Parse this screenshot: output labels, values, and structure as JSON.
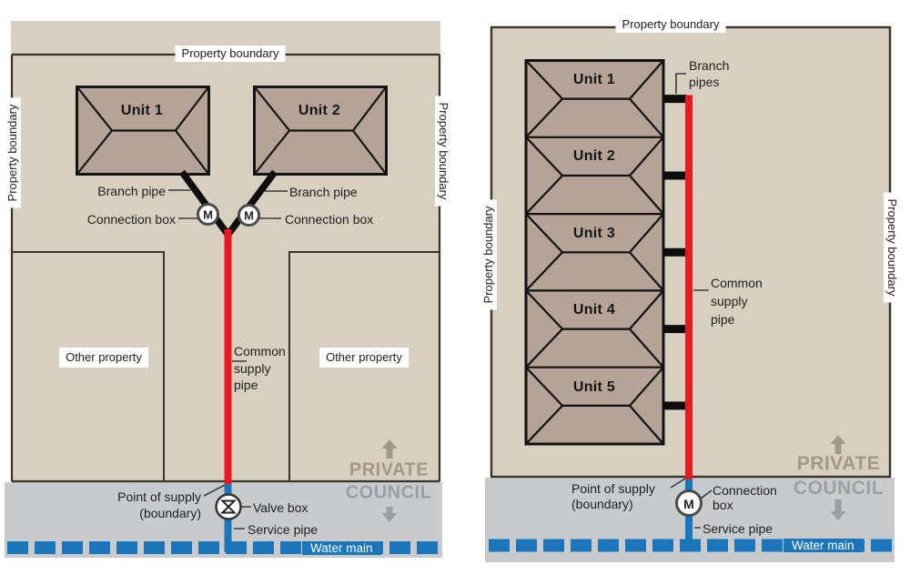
{
  "colors": {
    "beige": "#d7cfc0",
    "unit_fill": "#b4a396",
    "outline_dark": "#3a332b",
    "pipe_red": "#e8191f",
    "pipe_blue": "#1b75bb",
    "council_band_gray": "#c9cacc",
    "private_text": "#a5968a",
    "council_text": "#9b9ea2"
  },
  "left_diagram": {
    "property_boundary_top": "Property boundary",
    "property_boundary_left": "Property boundary",
    "property_boundary_right": "Property boundary",
    "units": [
      "Unit 1",
      "Unit 2"
    ],
    "branch_pipe_label_left": "Branch pipe",
    "branch_pipe_label_right": "Branch pipe",
    "connection_box_label_left": "Connection box",
    "connection_box_label_right": "Connection box",
    "meter_letter": "M",
    "common_supply_pipe_label": "Common supply pipe",
    "other_property_left": "Other property",
    "other_property_right": "Other property",
    "point_of_supply_label": "Point of supply (boundary)",
    "valve_box_label": "Valve box",
    "service_pipe_label": "Service pipe",
    "water_main_label": "Water main",
    "private_label": "PRIVATE",
    "council_label": "COUNCIL"
  },
  "right_diagram": {
    "property_boundary_top": "Property boundary",
    "property_boundary_left": "Property boundary",
    "property_boundary_right": "Property boundary",
    "units": [
      "Unit 1",
      "Unit 2",
      "Unit 3",
      "Unit 4",
      "Unit 5"
    ],
    "branch_pipes_label": "Branch pipes",
    "common_supply_pipe_label": "Common supply pipe",
    "point_of_supply_label": "Point of supply (boundary)",
    "connection_box_label": "Connection box",
    "meter_letter": "M",
    "service_pipe_label": "Service pipe",
    "water_main_label": "Water main",
    "private_label": "PRIVATE",
    "council_label": "COUNCIL"
  }
}
